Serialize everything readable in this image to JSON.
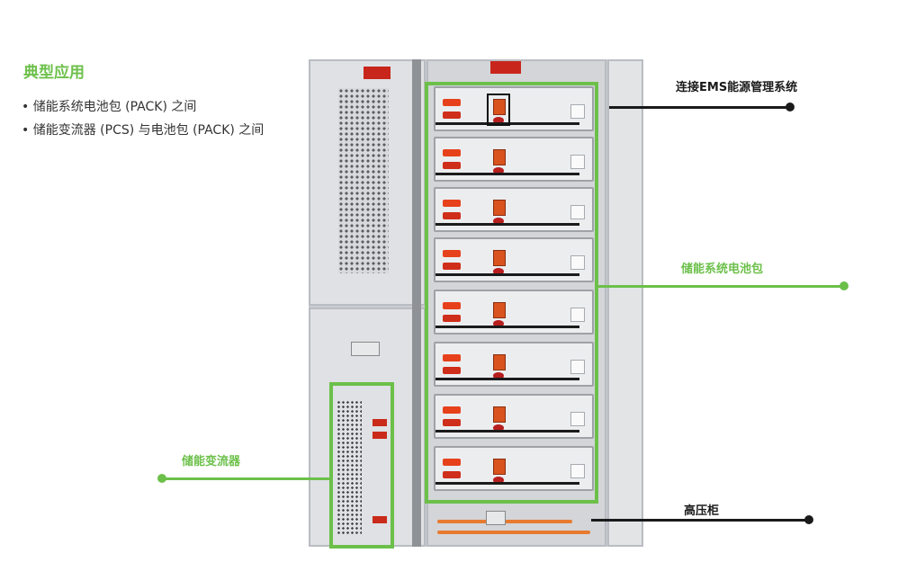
{
  "title": "典型应用",
  "bullets": [
    "储能系统电池包 (PACK) 之间",
    "储能变流器 (PCS) 与电池包 (PACK) 之间"
  ],
  "callouts": {
    "ems": "连接EMS能源管理系统",
    "battery_pack": "储能系统电池包",
    "pcs": "储能变流器",
    "hv_cabinet": "高压柜"
  },
  "colors": {
    "accent": "#6cc04a",
    "dark_line": "#1a1a1a"
  }
}
